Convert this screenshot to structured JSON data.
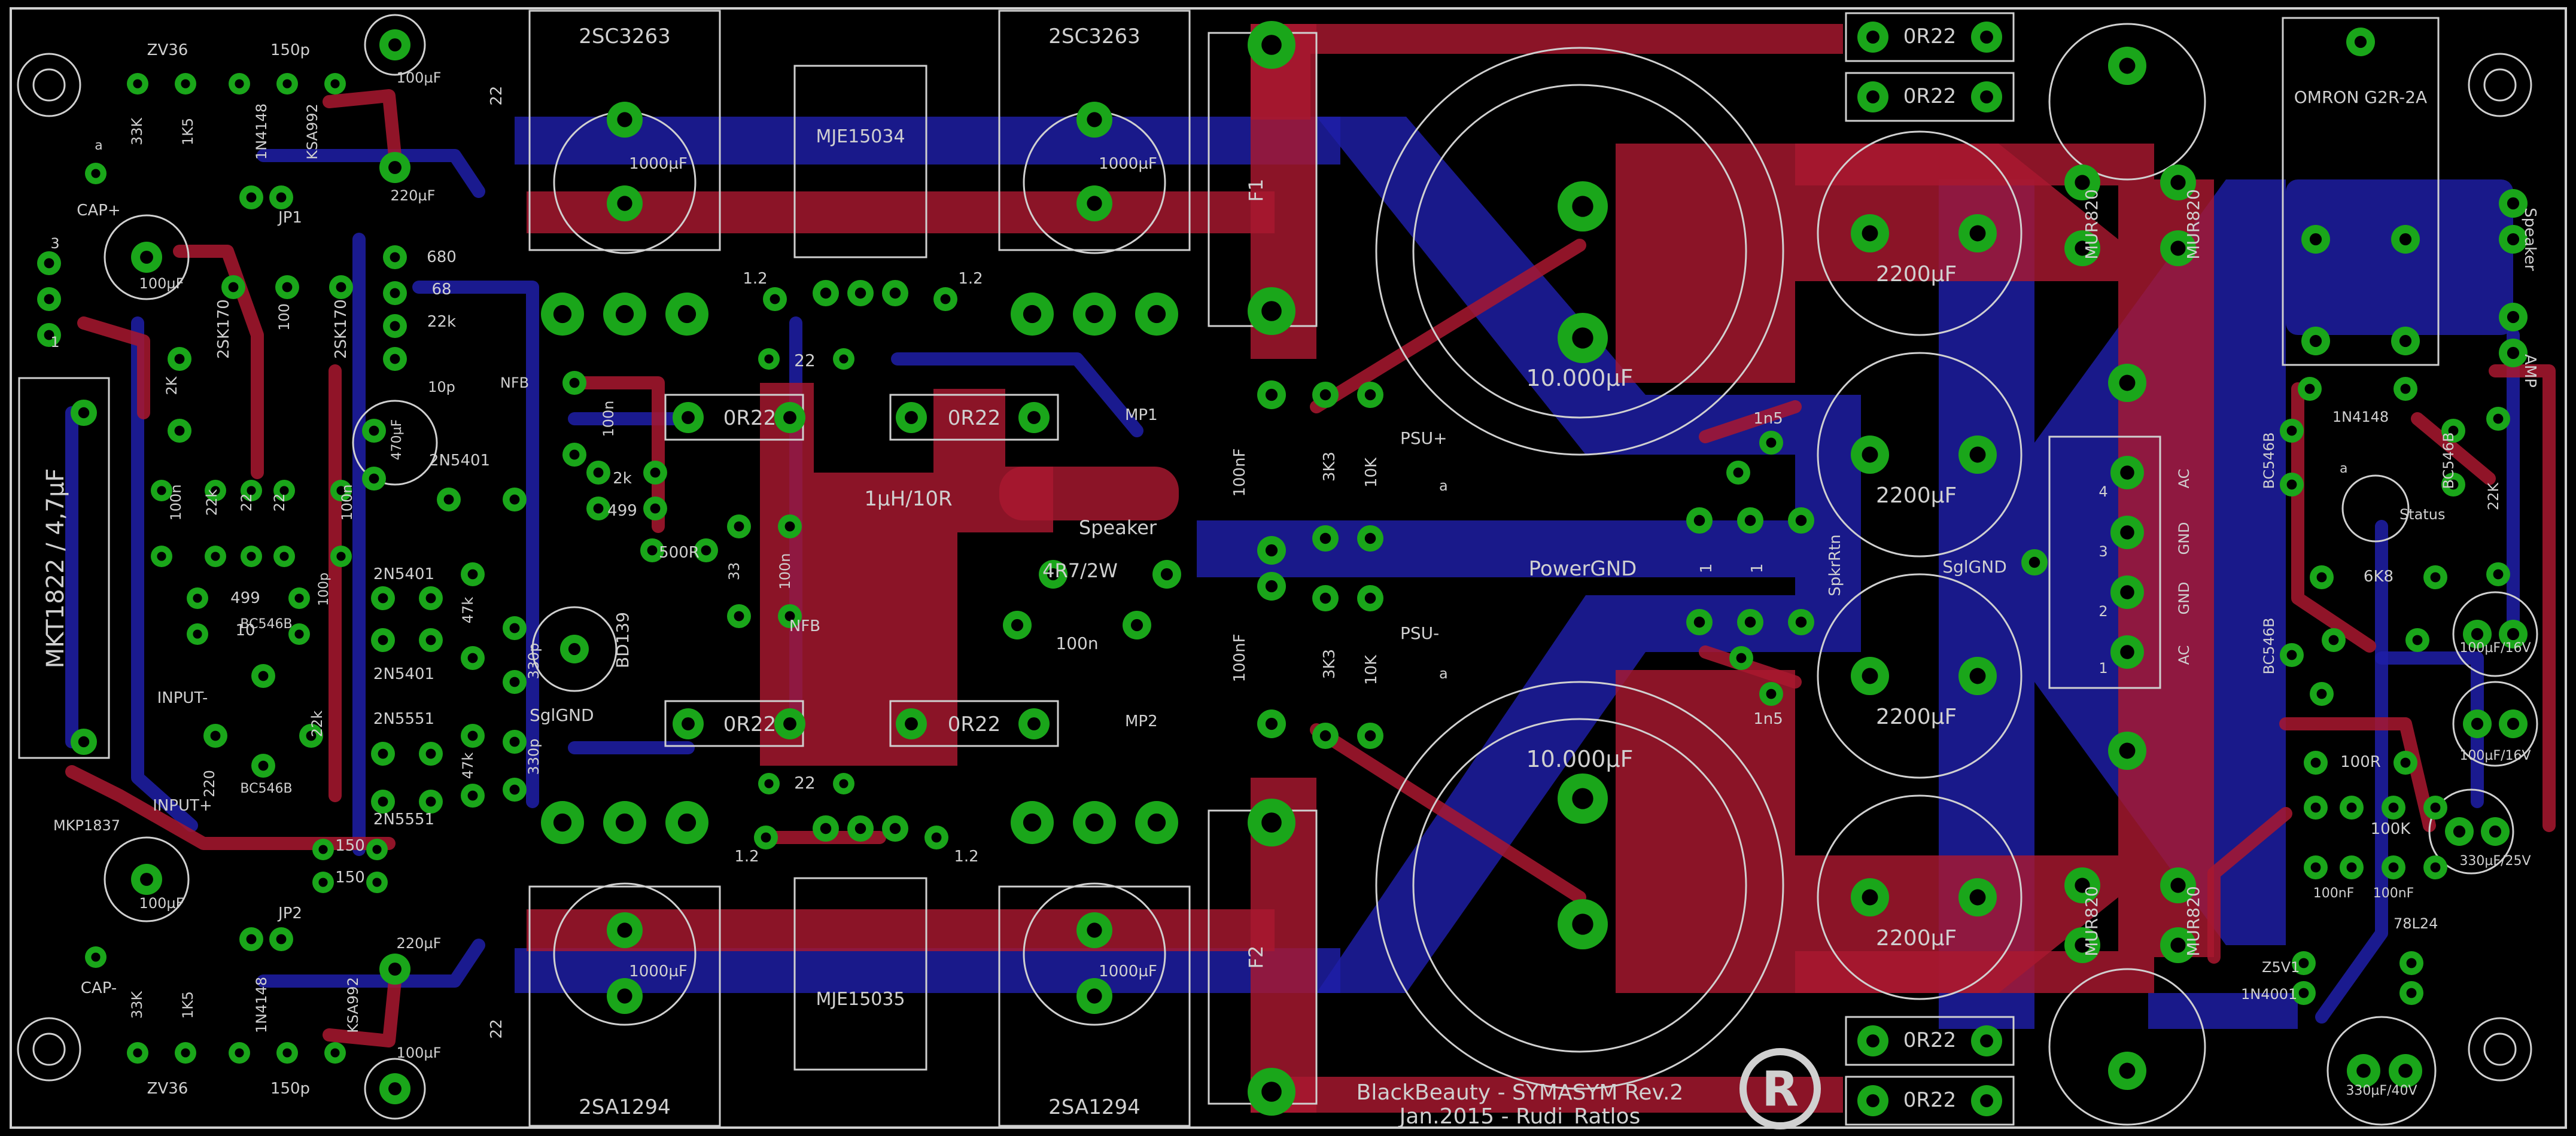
{
  "board": {
    "credit_line1": "BlackBeauty - SYMASYM Rev.2",
    "credit_line2": "Jan.2015 - Rudi_Ratlos",
    "logo_text": "R"
  },
  "transistors": {
    "q_top_left": "2SC3263",
    "q_top_right": "2SC3263",
    "q_bot_left": "2SA1294",
    "q_bot_right": "2SA1294",
    "driver_top": "MJE15034",
    "driver_bot": "MJE15035",
    "vbe": "BD139",
    "pair_top_left": "2SK170",
    "pair_top_right": "2SK170",
    "bc_left_a": "BC546B",
    "bc_left_b": "BC546B",
    "tr_2n5401_a": "2N5401",
    "tr_2n5401_b": "2N5401",
    "tr_2n5401_c": "2N5401",
    "tr_2n5551_a": "2N5551",
    "tr_2n5551_b": "2N5551",
    "ksa_top": "KSA992",
    "ksa_bot": "KSA992",
    "bc_right_a": "BC546B",
    "bc_right_b": "BC546B",
    "bc_right_c": "BC546B"
  },
  "caps": {
    "cap_1000_a": "1000µF",
    "cap_1000_b": "1000µF",
    "cap_1000_c": "1000µF",
    "cap_1000_d": "1000µF",
    "cap_10000_top": "10.000µF",
    "cap_10000_bot": "10.000µF",
    "cap_2200_a": "2200µF",
    "cap_2200_b": "2200µF",
    "cap_2200_c": "2200µF",
    "cap_2200_d": "2200µF",
    "mkt": "MKT1822 / 4,7µF",
    "mkp": "MKP1837",
    "c100u_a": "100µF",
    "c100u_b": "100µF",
    "c100u_c": "100µF",
    "c100u_d": "100µF",
    "c220u_a": "220µF",
    "c220u_b": "220µF",
    "c470u": "470µF",
    "c150p_a": "150p",
    "c150p_b": "150p",
    "c10p": "10p",
    "c100n_a": "100n",
    "c100n_b": "100n",
    "c100n_c": "100n",
    "c100n_d": "100n",
    "c100nF_a": "100nF",
    "c100nF_b": "100nF",
    "c100nF_c": "100nF",
    "c100nF_d": "100nF",
    "c1n5_a": "1n5",
    "c1n5_b": "1n5",
    "c330p_a": "330p",
    "c330p_b": "330p",
    "c100_16_a": "100µF/16V",
    "c100_16_b": "100µF/16V",
    "c330_25": "330µF/25V",
    "c330_40": "330µF/40V",
    "c100p": "100p"
  },
  "resistors": {
    "r0r22_a": "0R22",
    "r0r22_b": "0R22",
    "r0r22_c": "0R22",
    "r0r22_d": "0R22",
    "r0r22_e": "0R22",
    "r0r22_f": "0R22",
    "r0r22_g": "0R22",
    "r0r22_h": "0R22",
    "r22_a": "22",
    "r22_b": "22",
    "r22_c": "22",
    "r22_d": "22",
    "r22_e": "22",
    "r22_f": "22",
    "r1_2_a": "1.2",
    "r1_2_b": "1.2",
    "r1_2_c": "1.2",
    "r1_2_d": "1.2",
    "r4r7": "4R7/2W",
    "r3k3_a": "3K3",
    "r3k3_b": "3K3",
    "r10k_a": "10K",
    "r10k_b": "10K",
    "r680": "680",
    "r68": "68",
    "r22k_a": "22k",
    "r22k_b": "22k",
    "r22k_c": "22k",
    "r22k_d": "22K",
    "r2k_a": "2K",
    "r2k_b": "2k",
    "r499_a": "499",
    "r499_b": "499",
    "r500": "500R",
    "r33": "33",
    "r10": "10",
    "r47k_a": "47k",
    "r47k_b": "47k",
    "r150_a": "150",
    "r150_b": "150",
    "r220": "220",
    "r33k_a": "33K",
    "r33k_b": "33K",
    "r1k5_a": "1K5",
    "r1k5_b": "1K5",
    "r1_a": "1",
    "r1_b": "1",
    "r6k8": "6K8",
    "r100r": "100R",
    "r100k": "100K",
    "r100": "100"
  },
  "misc": {
    "inductor": "1µH/10R",
    "speaker_label": "Speaker",
    "power_gnd": "PowerGND",
    "sig_gnd_a": "SglGND",
    "sig_gnd_b": "SglGND",
    "fuse1": "F1",
    "fuse2": "F2",
    "relay": "OMRON G2R-2A",
    "mur_a": "MUR820",
    "mur_b": "MUR820",
    "mur_c": "MUR820",
    "mur_d": "MUR820",
    "zv36_a": "ZV36",
    "zv36_b": "ZV36",
    "d4148_a": "1N4148",
    "d4148_b": "1N4148",
    "d4148_c": "1N4148",
    "d4001": "1N4001",
    "z5v1": "Z5V1",
    "reg": "78L24",
    "jp1": "JP1",
    "jp2": "JP2",
    "cap_plus": "CAP+",
    "cap_minus": "CAP-",
    "input_minus": "INPUT-",
    "input_plus": "INPUT+",
    "nfb_a": "NFB",
    "nfb_b": "NFB",
    "mp1": "MP1",
    "mp2": "MP2",
    "psu_plus": "PSU+",
    "psu_minus": "PSU-",
    "spkr_rtn": "SpkrRtn",
    "status": "Status",
    "amp": "AMP",
    "speaker_conn": "Speaker",
    "ac_top": "AC",
    "gnd_a": "GND",
    "gnd_b": "GND",
    "ac_bot": "AC",
    "pin4": "4",
    "pin3": "3",
    "pin2": "2",
    "pin1": "1",
    "hdr3": "3",
    "hdr1": "1",
    "pad_a": "a",
    "pad_a2": "a",
    "pad_a3": "a",
    "pad_a4": "a"
  },
  "colors": {
    "board_bg": "#000000",
    "top_copper": "#a9182f",
    "bottom_copper": "#1e1ea8",
    "pads": "#1aa61a",
    "silkscreen": "#d0d0d0"
  }
}
